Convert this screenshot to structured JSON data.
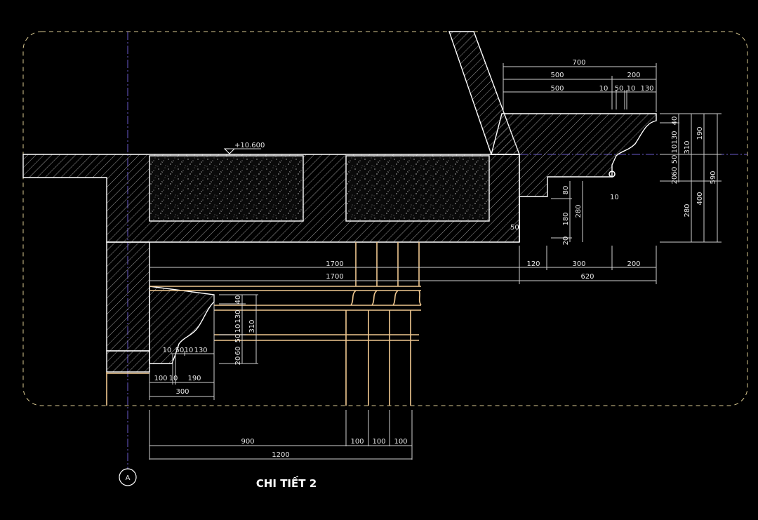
{
  "drawing": {
    "title": "CHI TIẾT 2",
    "axis_label": "A",
    "elevation": "+10.600",
    "colors": {
      "background": "#000000",
      "lines": "#ffffff",
      "balustrade": "#f0c890",
      "axis": "#6a5acd",
      "border": "#d8c890"
    }
  },
  "dims_top": {
    "row1": [
      "700"
    ],
    "row2": [
      "500",
      "200"
    ],
    "row3": [
      "500",
      "10",
      "50",
      "10",
      "130"
    ]
  },
  "dims_right_vertical": {
    "small": [
      "40",
      "130",
      "10",
      "50",
      "60",
      "20"
    ],
    "total_310": "310",
    "d190": "190",
    "d400": "400",
    "d280": "280",
    "d590": "590"
  },
  "dims_right_inner": {
    "d80": "80",
    "d180": "180",
    "d20": "20",
    "d280": "280",
    "d50": "50",
    "d10": "10"
  },
  "dims_right_bottom": {
    "row1": [
      "120",
      "300",
      "200"
    ],
    "row2": [
      "620"
    ]
  },
  "dims_mid": {
    "row1": "1700",
    "row2": "1700"
  },
  "dims_cornice_left": {
    "row1": [
      "10",
      "50",
      "10",
      "130"
    ],
    "row2": [
      "100",
      "10",
      "190"
    ],
    "row3": [
      "300"
    ],
    "vertical": [
      "40",
      "130",
      "10",
      "50",
      "60",
      "20"
    ],
    "total": "310"
  },
  "dims_bottom": {
    "row1": [
      "900",
      "100",
      "100",
      "100"
    ],
    "row2": [
      "1200"
    ]
  }
}
